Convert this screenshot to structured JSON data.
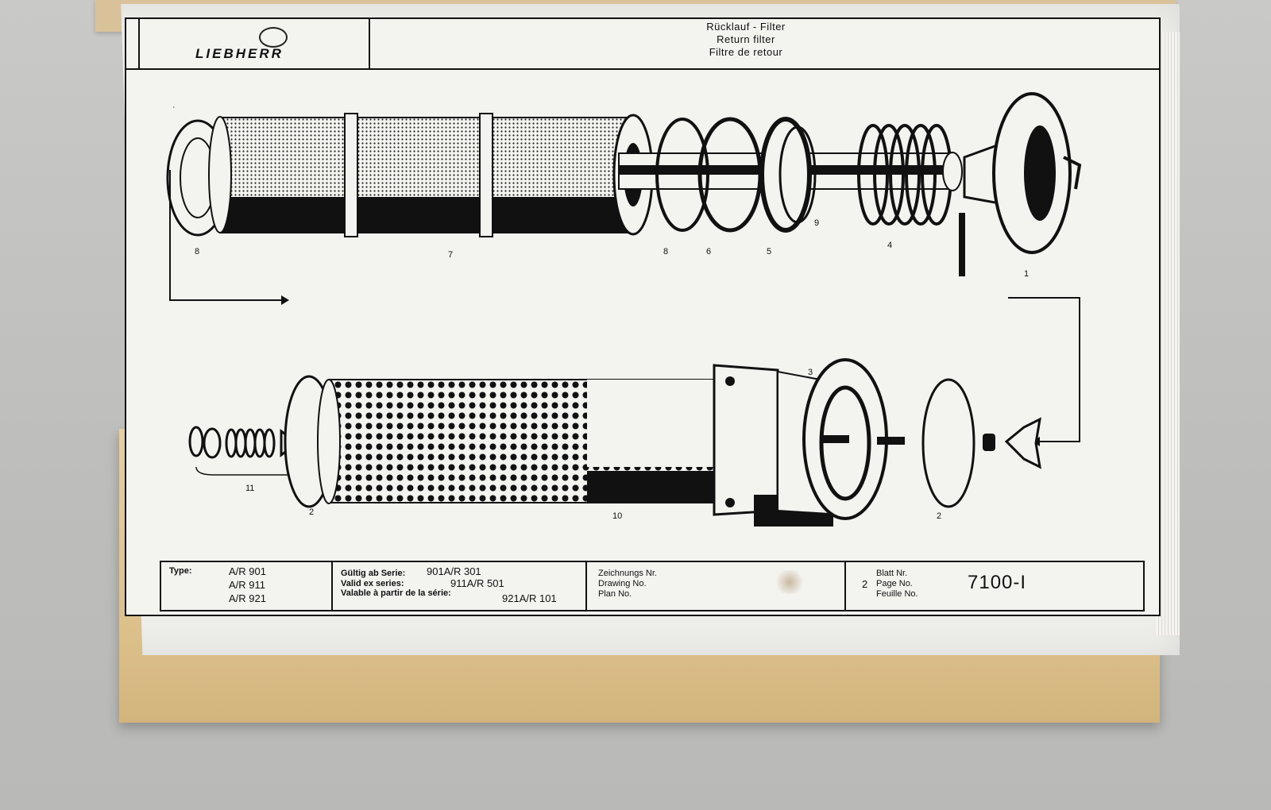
{
  "header": {
    "logo_text": "LIEBHERR",
    "title_de": "Rücklauf - Filter",
    "title_en": "Return filter",
    "title_fr": "Filtre de retour"
  },
  "part_numbers": {
    "top_row": [
      "8",
      "7",
      "8",
      "6",
      "5",
      "9",
      "4",
      "1"
    ],
    "bottom_row": [
      "11",
      "2",
      "10",
      "3",
      "2"
    ]
  },
  "footer": {
    "type_label": "Type:",
    "types": [
      "A/R 901",
      "A/R 911",
      "A/R 921"
    ],
    "valid_de_label": "Gültig ab Serie:",
    "valid_en_label": "Valid ex series:",
    "valid_fr_label": "Valable à partir de la série:",
    "serial_1": "901A/R 301",
    "serial_2": "911A/R 501",
    "serial_3": "921A/R 101",
    "drawing_de": "Zeichnungs Nr.",
    "drawing_en": "Drawing No.",
    "drawing_fr": "Plan No.",
    "sheet_count": "2",
    "sheet_de": "Blatt Nr.",
    "sheet_en": "Page No.",
    "sheet_fr": "Feuille No.",
    "sheet_number": "7100-I"
  }
}
